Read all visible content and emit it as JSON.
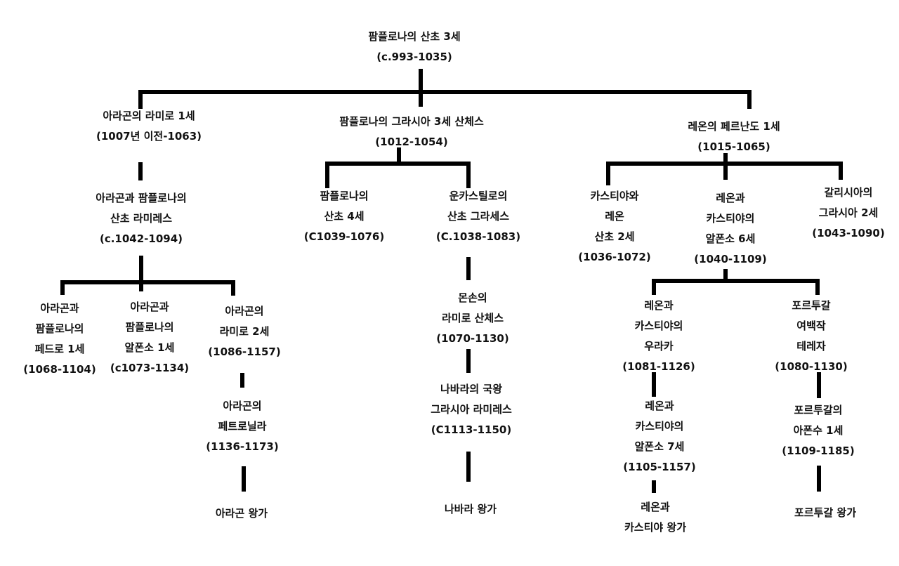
{
  "colors": {
    "line": "#000000",
    "text": "#111111",
    "background": "#ffffff"
  },
  "nodes": {
    "sancho3": [
      "팜플로나의 산초 3세",
      "(c.993-1035)"
    ],
    "ramiro1": [
      "아라곤의 라미로 1세",
      "(1007년 이전-1063)"
    ],
    "garcia3": [
      "팜플로나의 그라시아 3세 산체스",
      "(1012-1054)"
    ],
    "fernando1": [
      "레온의 페르난도 1세",
      "(1015-1065)"
    ],
    "sancho_ramirez": [
      "아라곤과 팜플로나의",
      "산초 라미레스",
      "(c.1042-1094)"
    ],
    "sancho4": [
      "팜플로나의",
      "산초 4세",
      "(C1039-1076)"
    ],
    "garcia_uncastillo": [
      "운카스틸로의",
      "산초 그라세스",
      "(C.1038-1083)"
    ],
    "sancho2": [
      "카스티야와",
      "레온",
      "산초 2세",
      "(1036-1072)"
    ],
    "alfonso6": [
      "레온과",
      "카스티야의",
      "알폰소 6세",
      "(1040-1109)"
    ],
    "garcia2": [
      "갈리시아의",
      "그라시아 2세",
      "(1043-1090)"
    ],
    "pedro1": [
      "아라곤과",
      "팜플로나의",
      "페드로 1세",
      "(1068-1104)"
    ],
    "alfonso1": [
      "아라곤과",
      "팜플로나의",
      "알폰소 1세",
      "(c1073-1134)"
    ],
    "ramiro2": [
      "아라곤의",
      "라미로 2세",
      "(1086-1157)"
    ],
    "petronila": [
      "아라곤의",
      "페트로닐라",
      "(1136-1173)"
    ],
    "aragon_house": [
      "아라곤 왕가"
    ],
    "ramiro_sanchez": [
      "몬손의",
      "라미로 산체스",
      "(1070-1130)"
    ],
    "garcia_ramirez": [
      "나바라의 국왕",
      "그라시아 라미레스",
      "(C1113-1150)"
    ],
    "navarra_house": [
      "나바라 왕가"
    ],
    "urraca": [
      "레온과",
      "카스티야의",
      "우라카",
      "(1081-1126)"
    ],
    "teresa": [
      "포르투갈",
      "여백작",
      "테레자",
      "(1080-1130)"
    ],
    "alfonso7": [
      "레온과",
      "카스티야의",
      "알폰소 7세",
      "(1105-1157)"
    ],
    "afonso1": [
      "포르투갈의",
      "아폰수 1세",
      "(1109-1185)"
    ],
    "castile_house": [
      "레온과",
      "카스티야 왕가"
    ],
    "portugal_house": [
      "포르투갈 왕가"
    ]
  }
}
